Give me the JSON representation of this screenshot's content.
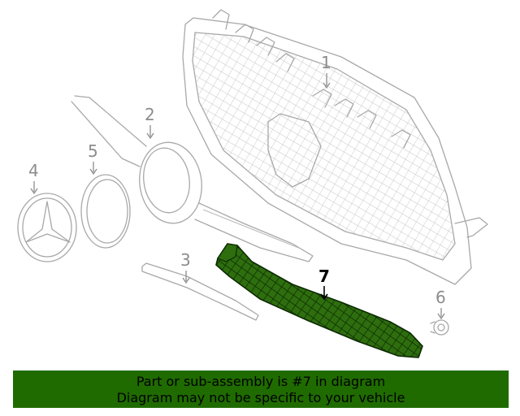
{
  "diagram": {
    "callouts": [
      "1",
      "2",
      "3",
      "4",
      "5",
      "6",
      "7"
    ],
    "highlighted_callout": "7",
    "highlight_color": "#2e6e0e"
  },
  "banner": {
    "line1": "Part or sub-assembly is #7 in diagram",
    "line2": "Diagram may not be specific to your vehicle",
    "background_color": "#1f6b00"
  }
}
